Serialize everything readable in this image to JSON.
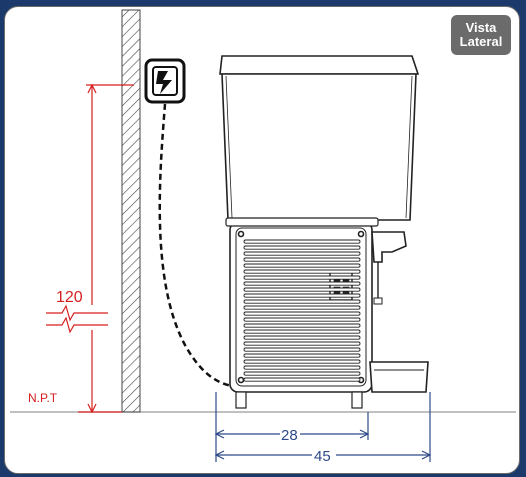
{
  "view_label": [
    "Vista",
    "Lateral"
  ],
  "dimensions": {
    "height_outlet": "120",
    "floor_label": "N.P.T",
    "depth_base": "28",
    "depth_total": "45"
  },
  "colors": {
    "background": "#1b3a6b",
    "dimension_red": "#d61f1f",
    "dimension_blue": "#2f4a8a",
    "outline": "#222222",
    "badge": "#6b6b6b"
  },
  "icons": [
    "electrical-outlet-icon"
  ]
}
